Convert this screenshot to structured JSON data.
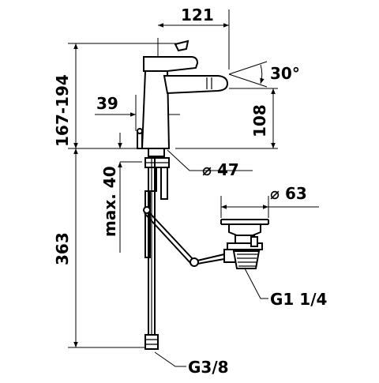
{
  "dimensions": {
    "total_width": "121",
    "total_height": "167-194",
    "spout_angle": "30°",
    "spout_height": "108",
    "lever_offset": "39",
    "body_diameter": "⌀ 47",
    "waste_diameter": "⌀ 63",
    "rod_length": "max. 40",
    "hose_length": "363",
    "waste_thread": "G1 1/4",
    "hose_thread": "G3/8"
  }
}
